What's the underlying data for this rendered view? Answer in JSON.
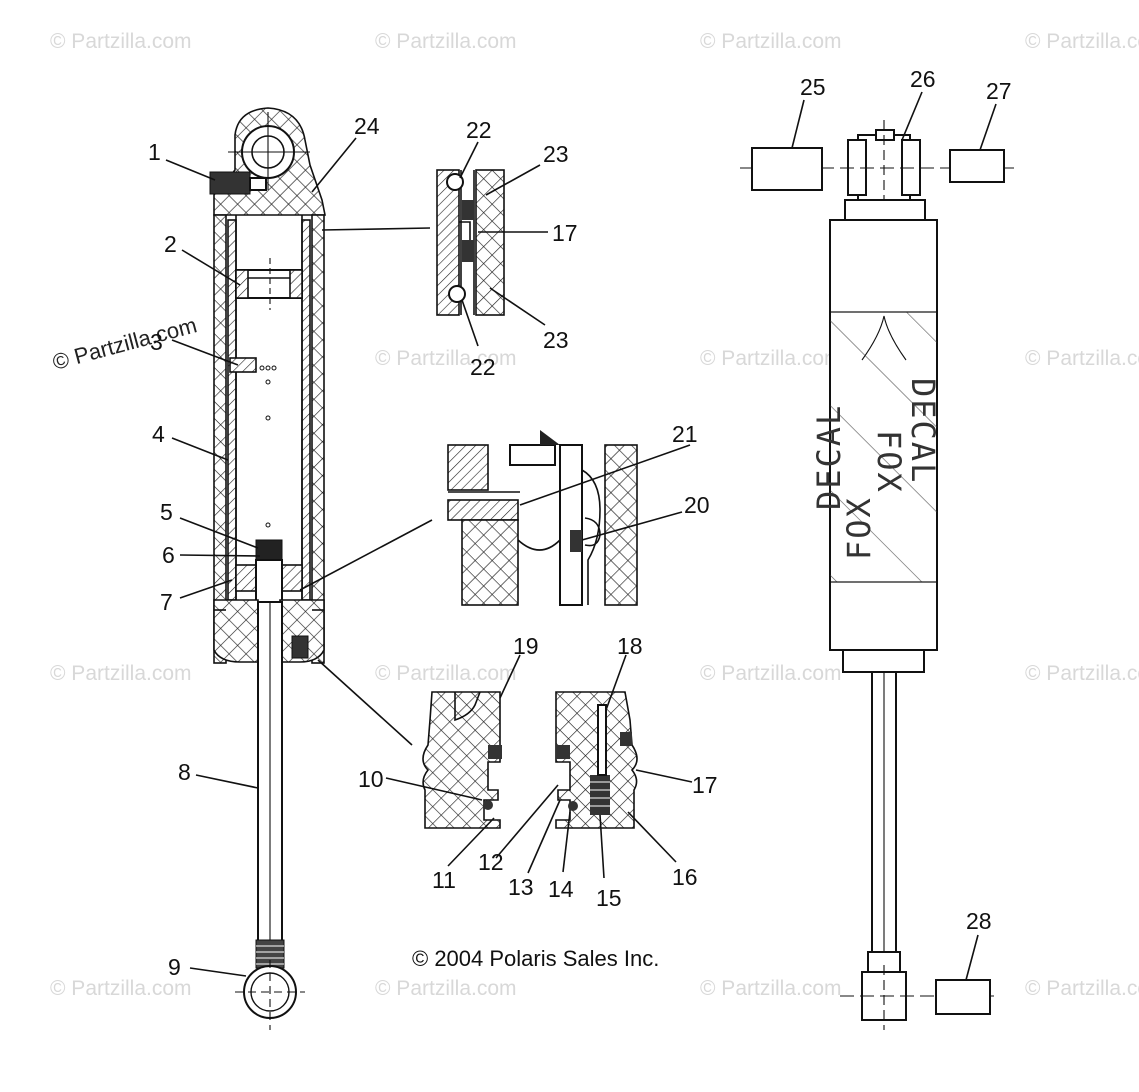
{
  "watermark": "© Partzilla.com",
  "copyright": "© 2004 Polaris Sales Inc.",
  "decal_text": [
    "FOX",
    "DECAL"
  ],
  "callouts": {
    "c1": "1",
    "c2": "2",
    "c3": "3",
    "c4": "4",
    "c5": "5",
    "c6": "6",
    "c7": "7",
    "c8": "8",
    "c9": "9",
    "c10": "10",
    "c11": "11",
    "c12": "12",
    "c13": "13",
    "c14": "14",
    "c15": "15",
    "c16": "16",
    "c17a": "17",
    "c17b": "17",
    "c18": "18",
    "c19": "19",
    "c20": "20",
    "c21": "21",
    "c22a": "22",
    "c22b": "22",
    "c23a": "23",
    "c23b": "23",
    "c24": "24",
    "c25": "25",
    "c26": "26",
    "c27": "27",
    "c28": "28"
  }
}
